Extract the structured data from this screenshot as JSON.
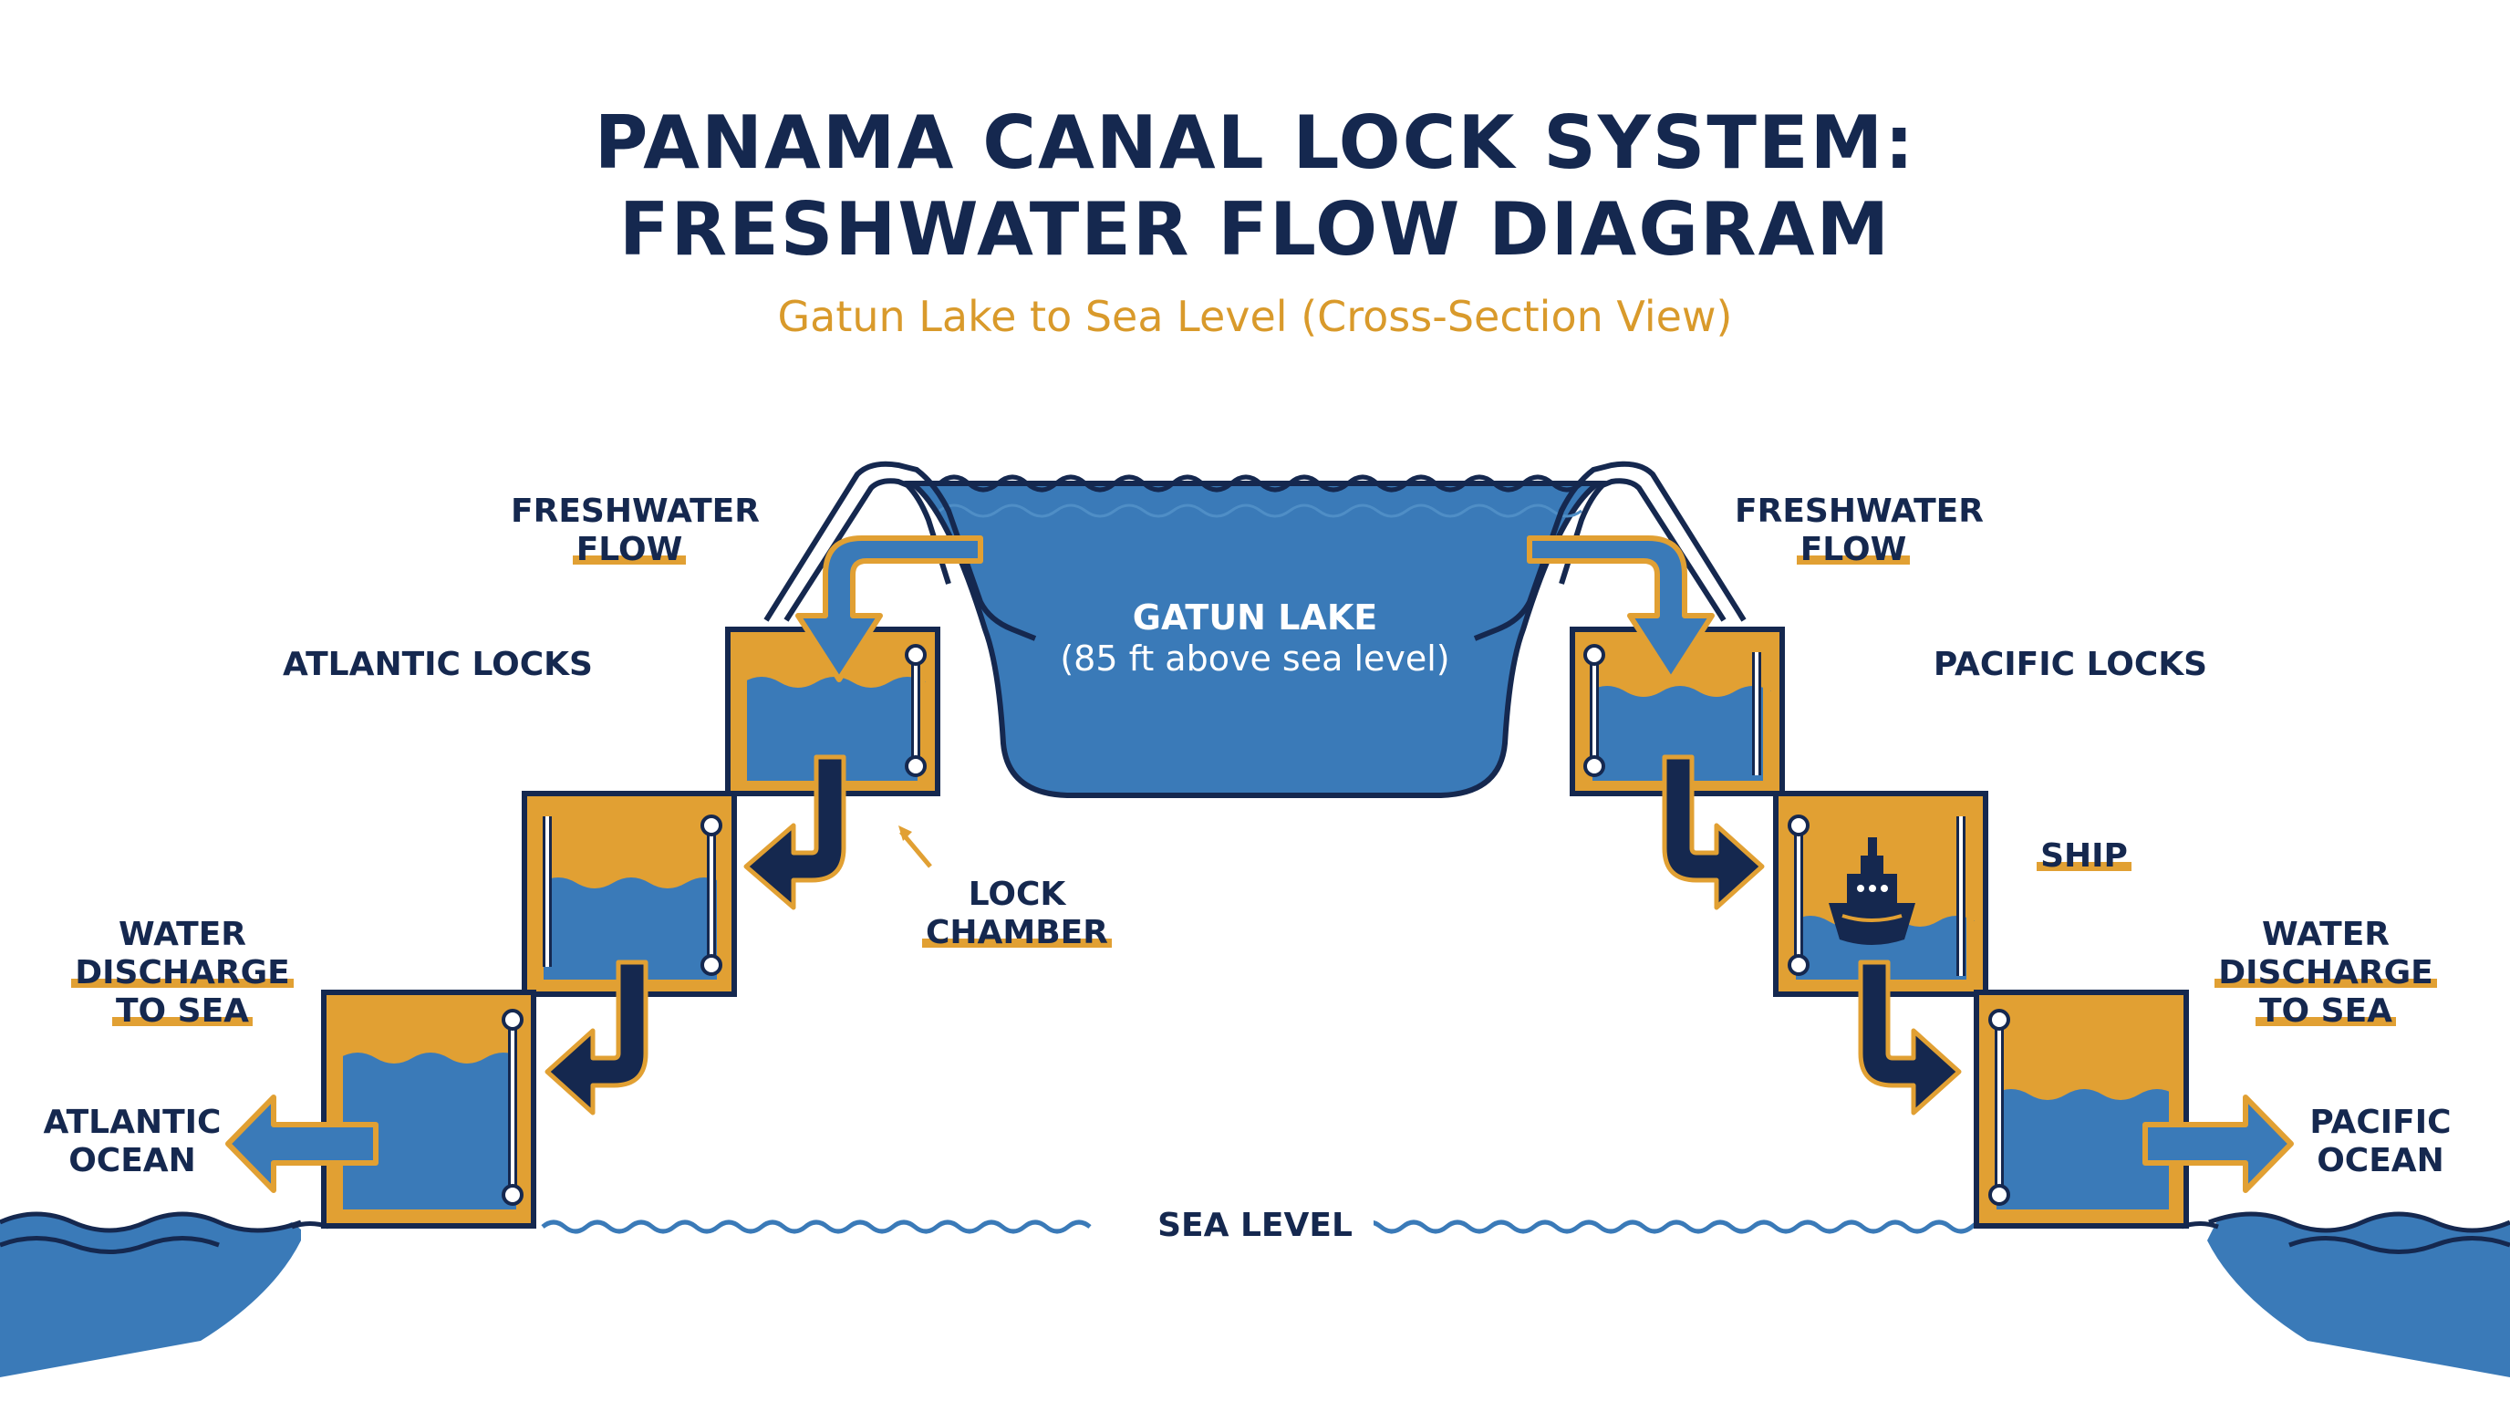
{
  "title_line1": "PANAMA CANAL LOCK SYSTEM:",
  "title_line2": "FRESHWATER FLOW DIAGRAM",
  "subtitle": "Gatun Lake to Sea Level (Cross-Section View)",
  "lake": {
    "name": "GATUN LAKE",
    "elevation": "(85 ft above sea level)"
  },
  "labels": {
    "freshwater_flow_left_1": "FRESHWATER",
    "freshwater_flow_left_2": "FLOW",
    "freshwater_flow_right_1": "FRESHWATER",
    "freshwater_flow_right_2": "FLOW",
    "atlantic_locks": "ATLANTIC LOCKS",
    "pacific_locks": "PACIFIC LOCKS",
    "lock_chamber_1": "LOCK",
    "lock_chamber_2": "CHAMBER",
    "ship": "SHIP",
    "discharge_left_1": "WATER",
    "discharge_left_2": "DISCHARGE",
    "discharge_left_3": "TO SEA",
    "discharge_right_1": "WATER",
    "discharge_right_2": "DISCHARGE",
    "discharge_right_3": "TO SEA",
    "atlantic_ocean_1": "ATLANTIC",
    "atlantic_ocean_2": "OCEAN",
    "pacific_ocean_1": "PACIFIC",
    "pacific_ocean_2": "OCEAN",
    "sea_level": "SEA LEVEL"
  },
  "colors": {
    "navy": "#15284f",
    "water_blue": "#3a7ab8",
    "gold": "#e1a033",
    "title_gold": "#d99a2b"
  }
}
